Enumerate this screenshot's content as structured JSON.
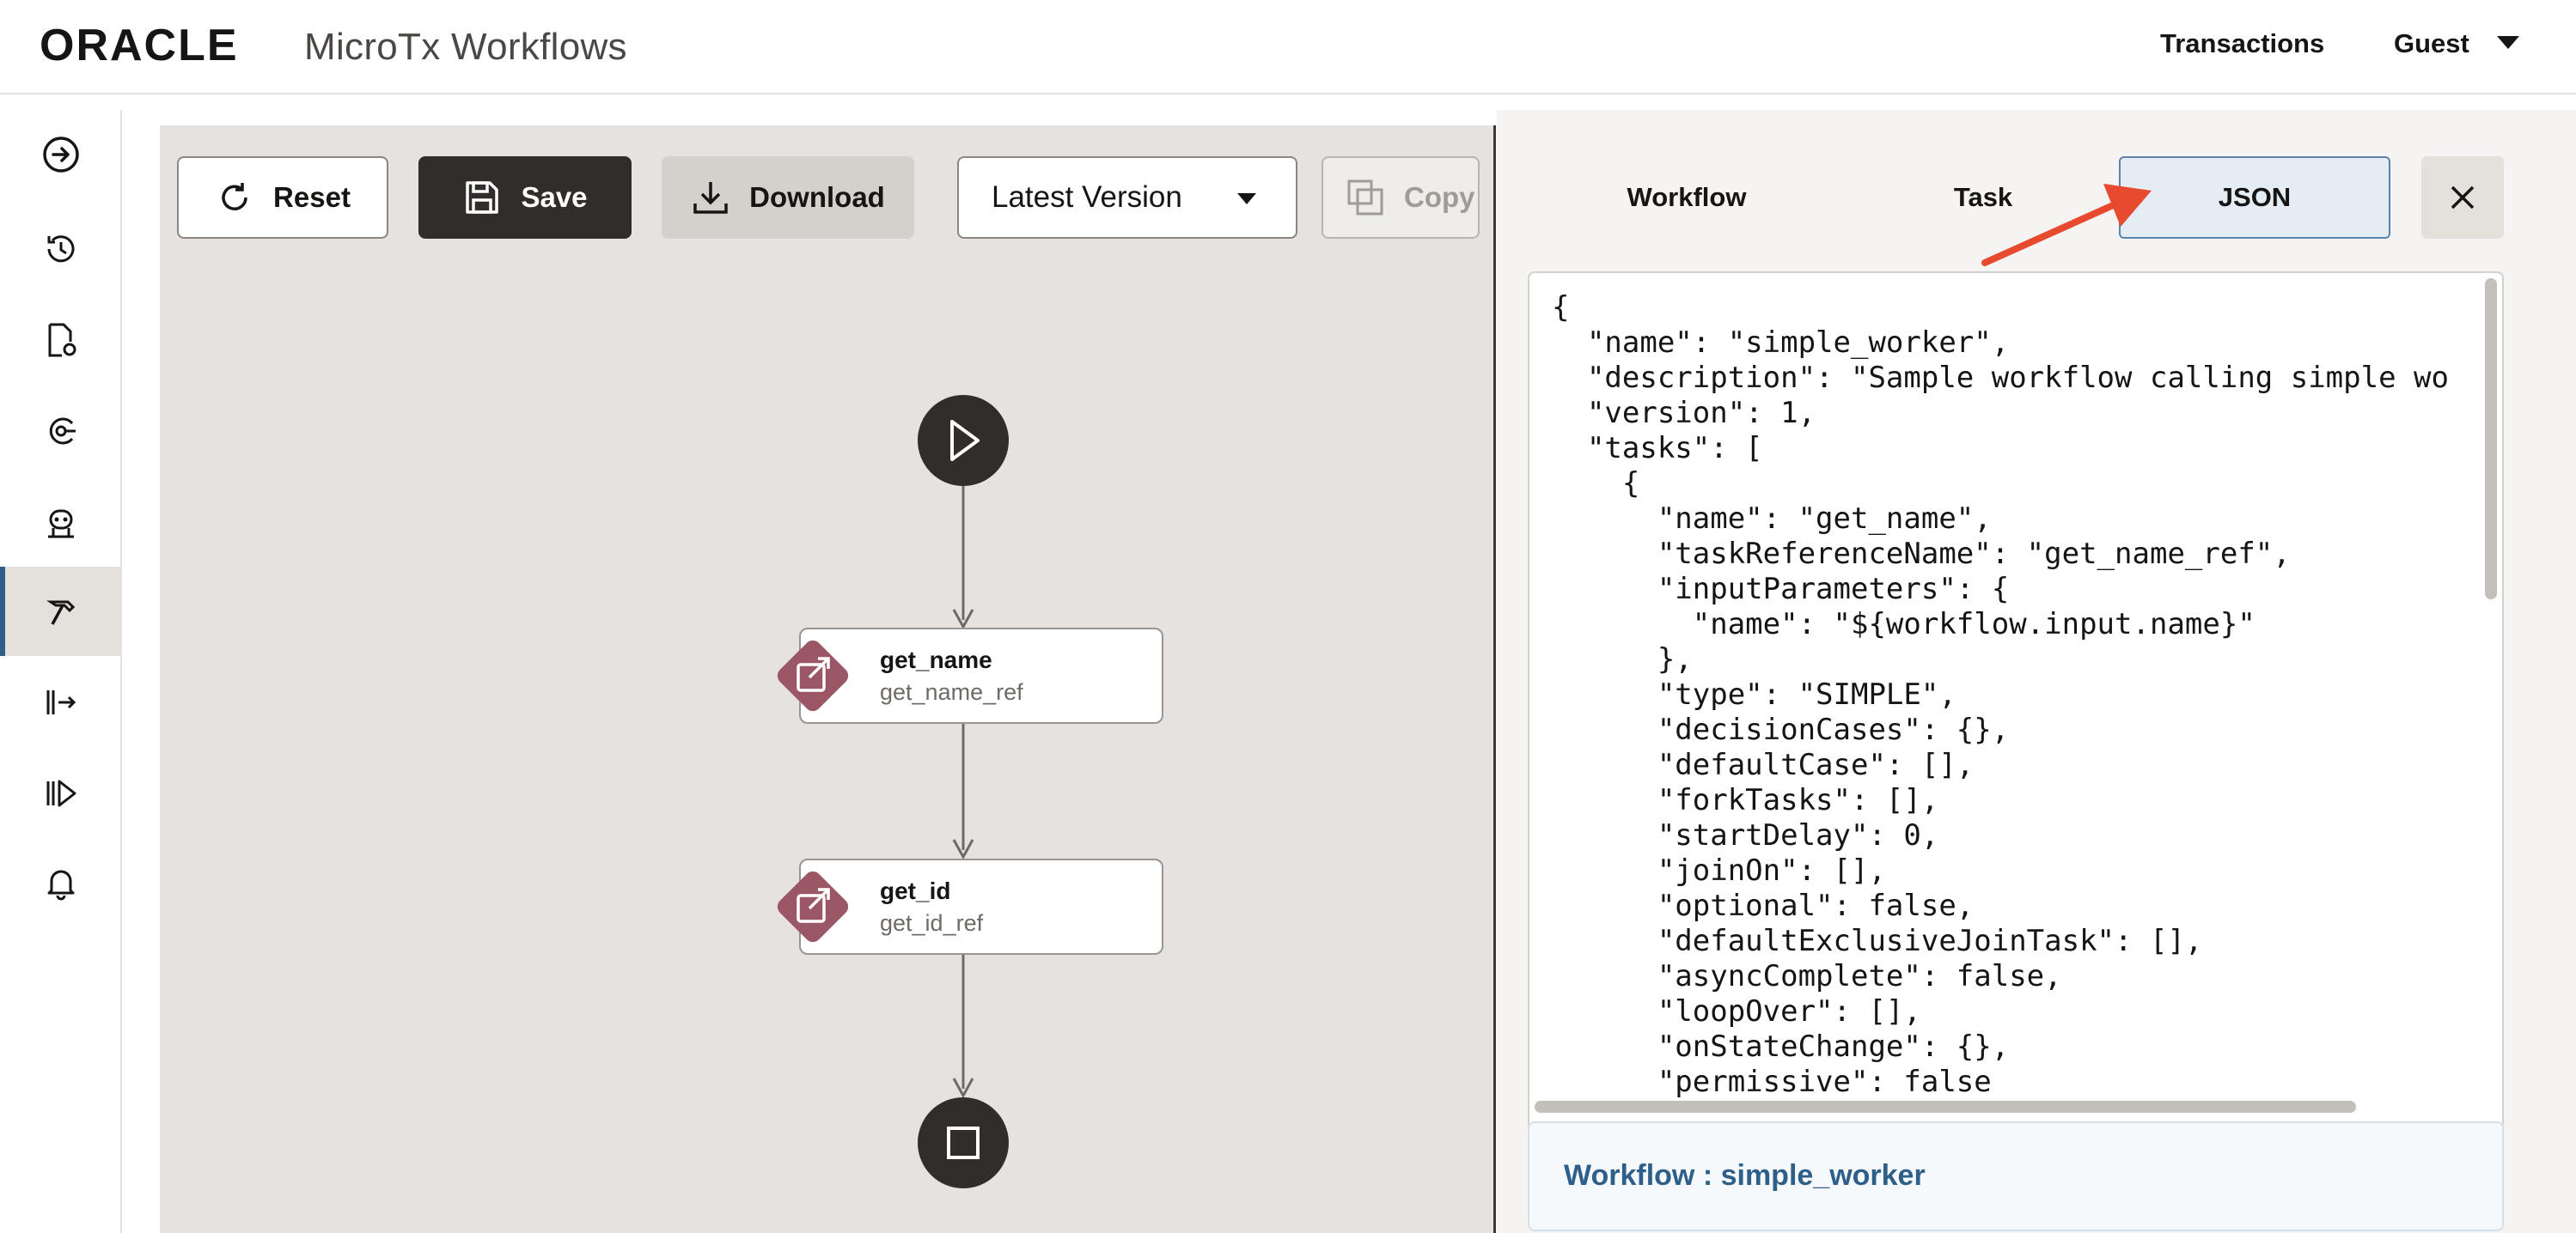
{
  "header": {
    "brand": "ORACLE",
    "app_title": "MicroTx Workflows",
    "nav": {
      "transactions": "Transactions",
      "user": "Guest"
    }
  },
  "sidebar": {
    "items": [
      {
        "icon": "arrow-right-circle-icon"
      },
      {
        "icon": "history-icon"
      },
      {
        "icon": "document-settings-icon"
      },
      {
        "icon": "transaction-icon"
      },
      {
        "icon": "robot-icon"
      },
      {
        "icon": "hammer-icon",
        "active": true
      },
      {
        "icon": "execute-icon"
      },
      {
        "icon": "run-icon"
      },
      {
        "icon": "bell-icon"
      }
    ]
  },
  "toolbar": {
    "reset_label": "Reset",
    "save_label": "Save",
    "download_label": "Download",
    "version_selected": "Latest Version",
    "copy_label": "Copy"
  },
  "diagram": {
    "tasks": [
      {
        "name": "get_name",
        "ref": "get_name_ref"
      },
      {
        "name": "get_id",
        "ref": "get_id_ref"
      }
    ]
  },
  "panel": {
    "tabs": {
      "workflow": "Workflow",
      "task": "Task",
      "json": "JSON"
    },
    "active_tab": "JSON",
    "json_text": "{\n  \"name\": \"simple_worker\",\n  \"description\": \"Sample workflow calling simple wo\n  \"version\": 1,\n  \"tasks\": [\n    {\n      \"name\": \"get_name\",\n      \"taskReferenceName\": \"get_name_ref\",\n      \"inputParameters\": {\n        \"name\": \"${workflow.input.name}\"\n      },\n      \"type\": \"SIMPLE\",\n      \"decisionCases\": {},\n      \"defaultCase\": [],\n      \"forkTasks\": [],\n      \"startDelay\": 0,\n      \"joinOn\": [],\n      \"optional\": false,\n      \"defaultExclusiveJoinTask\": [],\n      \"asyncComplete\": false,\n      \"loopOver\": [],\n      \"onStateChange\": {},\n      \"permissive\": false",
    "footer": "Workflow : simple_worker"
  },
  "colors": {
    "accent": "#2d5f8a",
    "task_diamond": "#9b5766",
    "annotation_arrow": "#e84a2f",
    "dark_button": "#312d2a"
  }
}
